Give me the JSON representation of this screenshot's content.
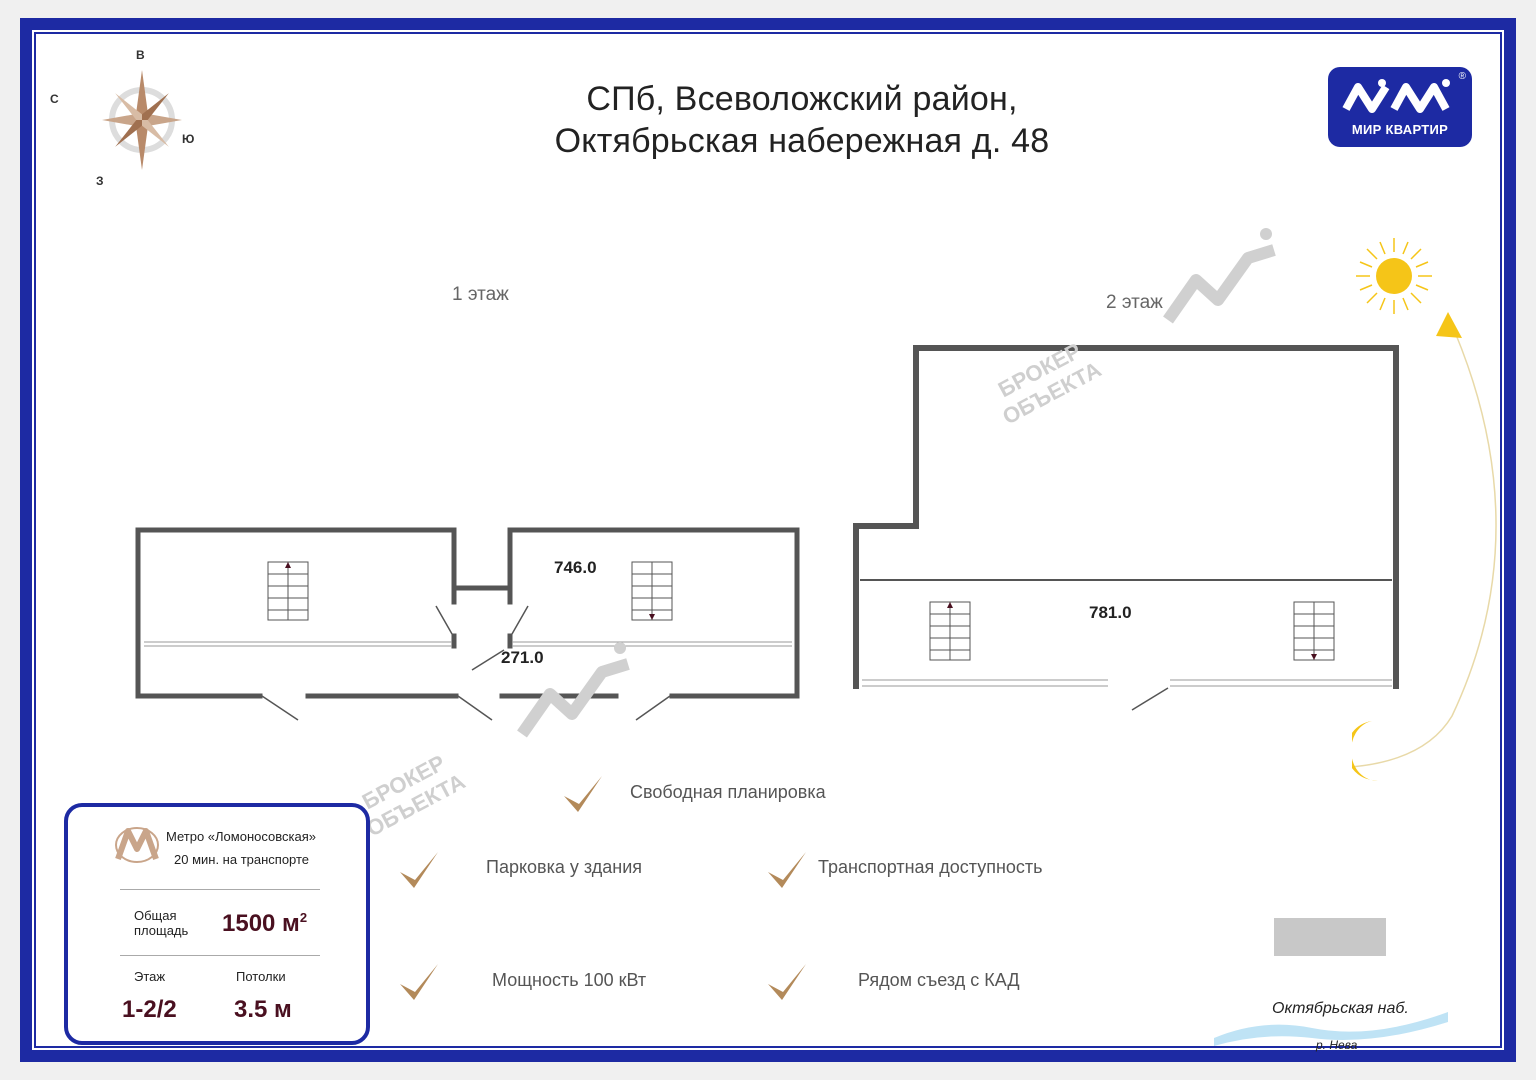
{
  "title": {
    "line1": "СПб, Всеволожский район,",
    "line2": "Октябрьская набережная д. 48"
  },
  "compass": {
    "north": "В",
    "east": "Ю",
    "south": "З",
    "west": "С"
  },
  "logo": {
    "text": "МИР КВАРТИР",
    "mark": "®"
  },
  "floors": [
    {
      "label": "1 этаж",
      "areas": [
        "746.0",
        "271.0"
      ]
    },
    {
      "label": "2 этаж",
      "areas": [
        "781.0"
      ]
    }
  ],
  "watermarks": [
    "БРОКЕР",
    "ОБЪЕКТА"
  ],
  "features": [
    "Свободная планировка",
    "Парковка у здания",
    "Транспортная доступность",
    "Мощность 100 кВт",
    "Рядом съезд с КАД"
  ],
  "info": {
    "metro": "Метро «Ломоносовская»",
    "transport": "20 мин. на транспорте",
    "area_label_1": "Общая",
    "area_label_2": "площадь",
    "area_value": "1500 м",
    "area_unit_sup": "2",
    "floor_label": "Этаж",
    "floor_value": "1-2/2",
    "ceiling_label": "Потолки",
    "ceiling_value": "3.5 м"
  },
  "map": {
    "street": "Октябрьская наб.",
    "river": "р. Нева"
  },
  "colors": {
    "frame": "#1d2aa3",
    "wall": "#555555",
    "check": "#b38a5a",
    "sun": "#f5c518",
    "compass": "#b88a6a"
  }
}
